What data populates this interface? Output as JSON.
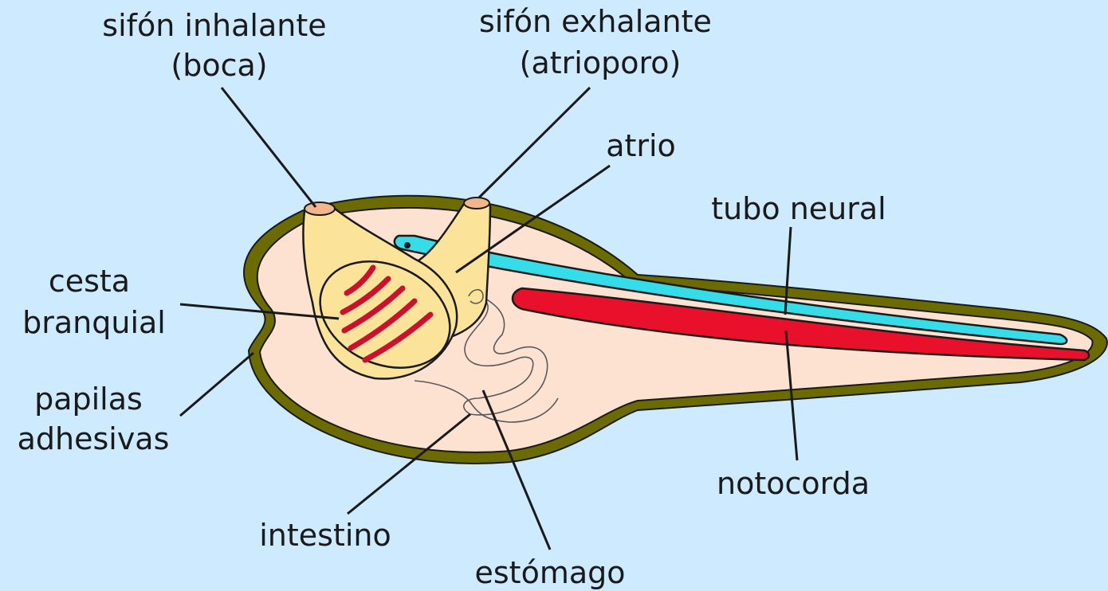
{
  "colors": {
    "background": "#cdeafe",
    "tunic": "#6b6b00",
    "body": "#fde2d2",
    "pharynx": "#fbe49a",
    "gill_slits": "#cc1030",
    "notochord": "#e8102a",
    "neural_tube": "#35dde8",
    "siphon_tip": "#f2b58c"
  },
  "labels": {
    "sifon_inhalante": [
      "sifón inhalante",
      "(boca)"
    ],
    "sifon_exhalante": [
      "sifón exhalante",
      "(atrioporo)"
    ],
    "atrio": "atrio",
    "tubo_neural": "tubo neural",
    "cesta_branquial": [
      "cesta",
      "branquial"
    ],
    "papilas_adhesivas": [
      "papilas",
      "adhesivas"
    ],
    "intestino": "intestino",
    "estomago": "estómago",
    "notocorda": "notocorda"
  }
}
